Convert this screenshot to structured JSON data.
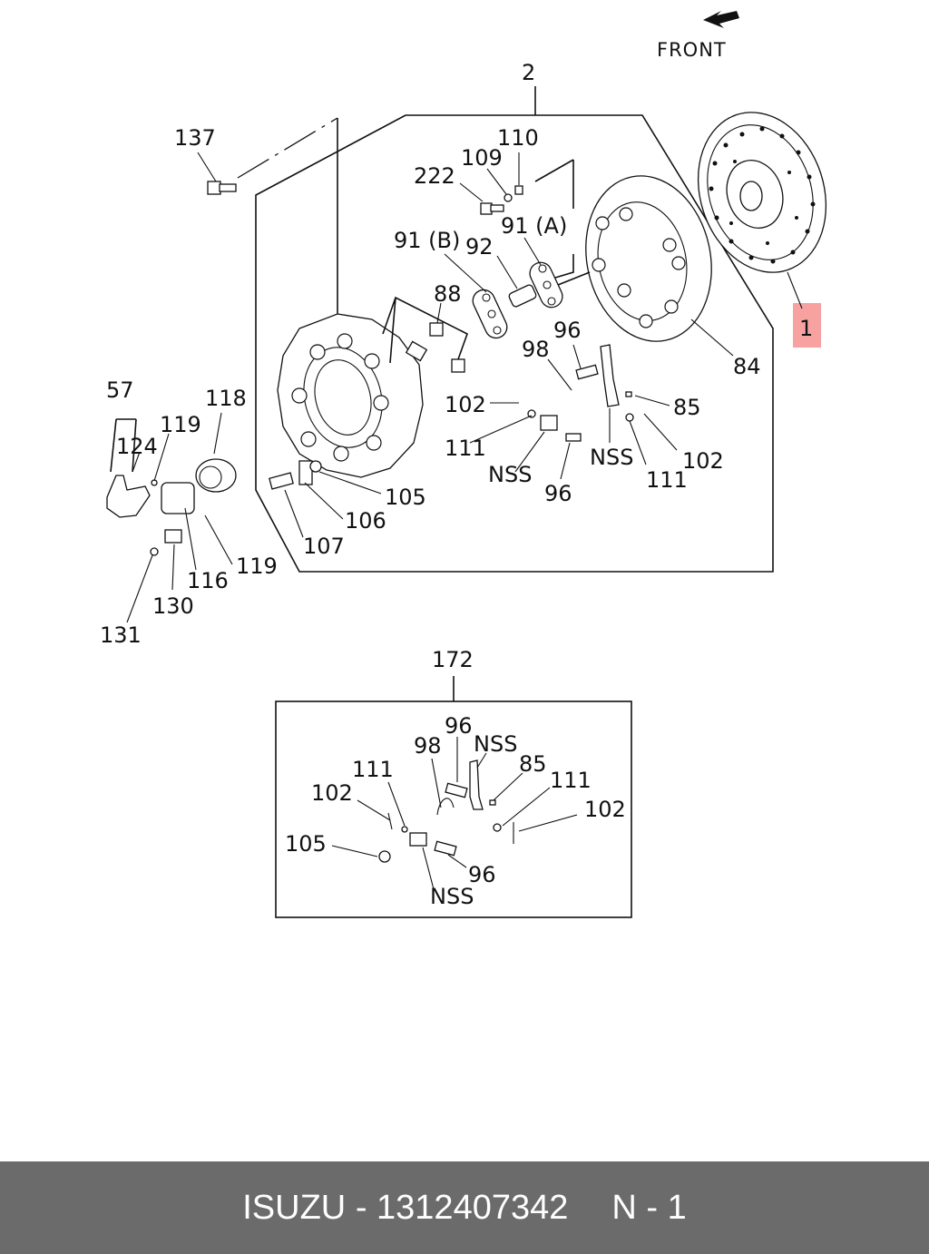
{
  "diagram": {
    "front_label": "FRONT",
    "callouts": {
      "c1": "1",
      "c2": "2",
      "c84": "84",
      "c85": "85",
      "c85b": "85",
      "c88": "88",
      "c91a": "91 (A)",
      "c91b": "91 (B)",
      "c92": "92",
      "c96a": "96",
      "c96b": "96",
      "c96c": "96",
      "c96d": "96",
      "c98a": "98",
      "c98b": "98",
      "c102a": "102",
      "c102b": "102",
      "c102c": "102",
      "c102d": "102",
      "c105a": "105",
      "c105b": "105",
      "c106": "106",
      "c107": "107",
      "c109": "109",
      "c110": "110",
      "c111a": "111",
      "c111b": "111",
      "c111c": "111",
      "c111d": "111",
      "c116": "116",
      "c118": "118",
      "c119a": "119",
      "c119b": "119",
      "c124": "124",
      "c130": "130",
      "c131": "131",
      "c137": "137",
      "c172": "172",
      "c222": "222",
      "c57": "57",
      "nssa": "NSS",
      "nssb": "NSS",
      "nssc": "NSS",
      "nssd": "NSS"
    },
    "highlight_color": "#f7a1a1"
  },
  "footer": {
    "brand": "ISUZU",
    "dash": "-",
    "part_number": "1312407342",
    "page": "N - 1"
  },
  "colors": {
    "footer_bg": "#6b6b6b",
    "footer_text": "#ffffff"
  }
}
